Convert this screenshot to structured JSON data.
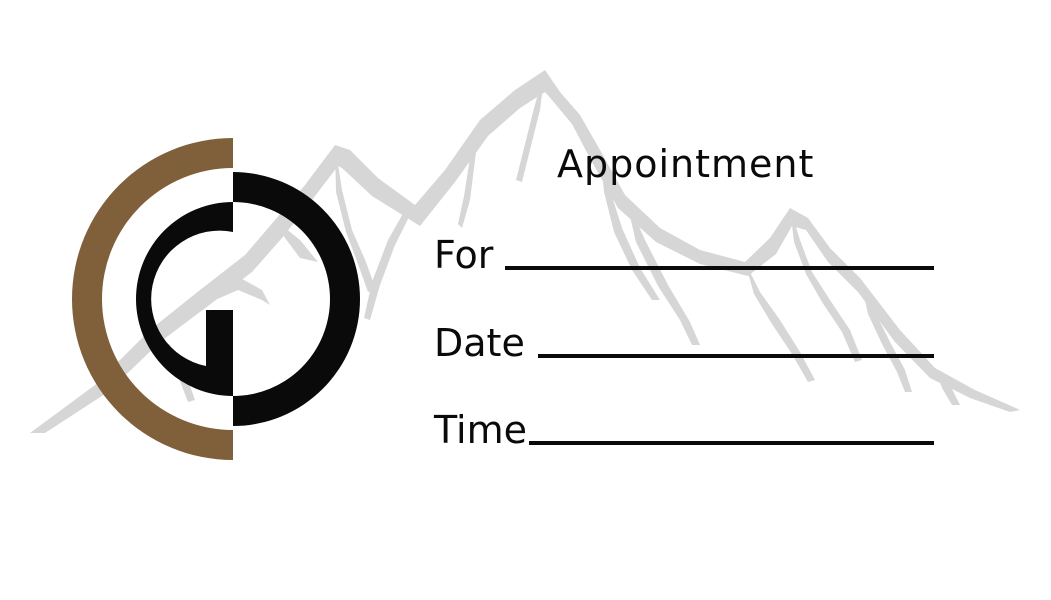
{
  "card": {
    "title": "Appointment",
    "fields": [
      {
        "label": "For"
      },
      {
        "label": "Date"
      },
      {
        "label": "Time"
      }
    ]
  },
  "logo": {
    "icon": "stylized-g-letter-logo",
    "colors": {
      "ring": "#7f603b",
      "letter": "#0a0a0a"
    }
  },
  "background": {
    "icon": "mountain-range-watermark",
    "color": "#d6d6d6"
  }
}
